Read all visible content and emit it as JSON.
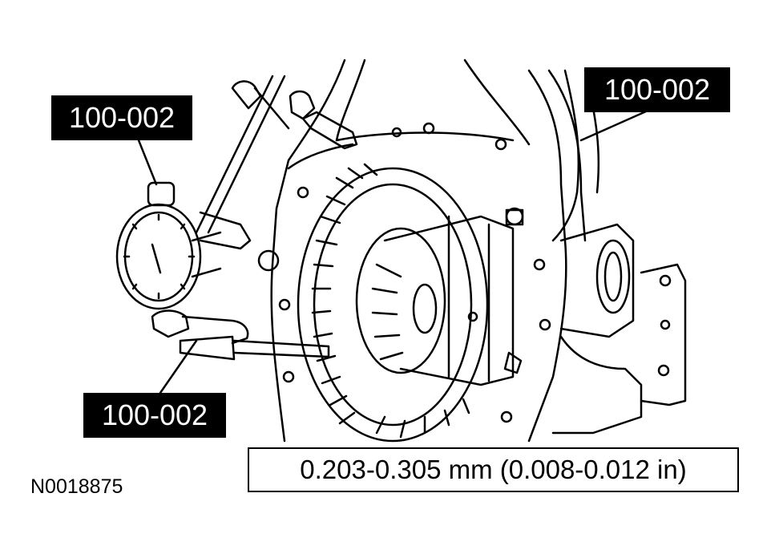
{
  "callouts": {
    "dial_indicator": "100-002",
    "magnetic_base": "100-002",
    "indicator_probe": "100-002"
  },
  "specification": "0.203-0.305 mm (0.008-0.012 in)",
  "figure_id": "N0018875",
  "colors": {
    "line": "#000000",
    "background": "#ffffff",
    "label_background": "#000000",
    "label_text": "#ffffff"
  }
}
